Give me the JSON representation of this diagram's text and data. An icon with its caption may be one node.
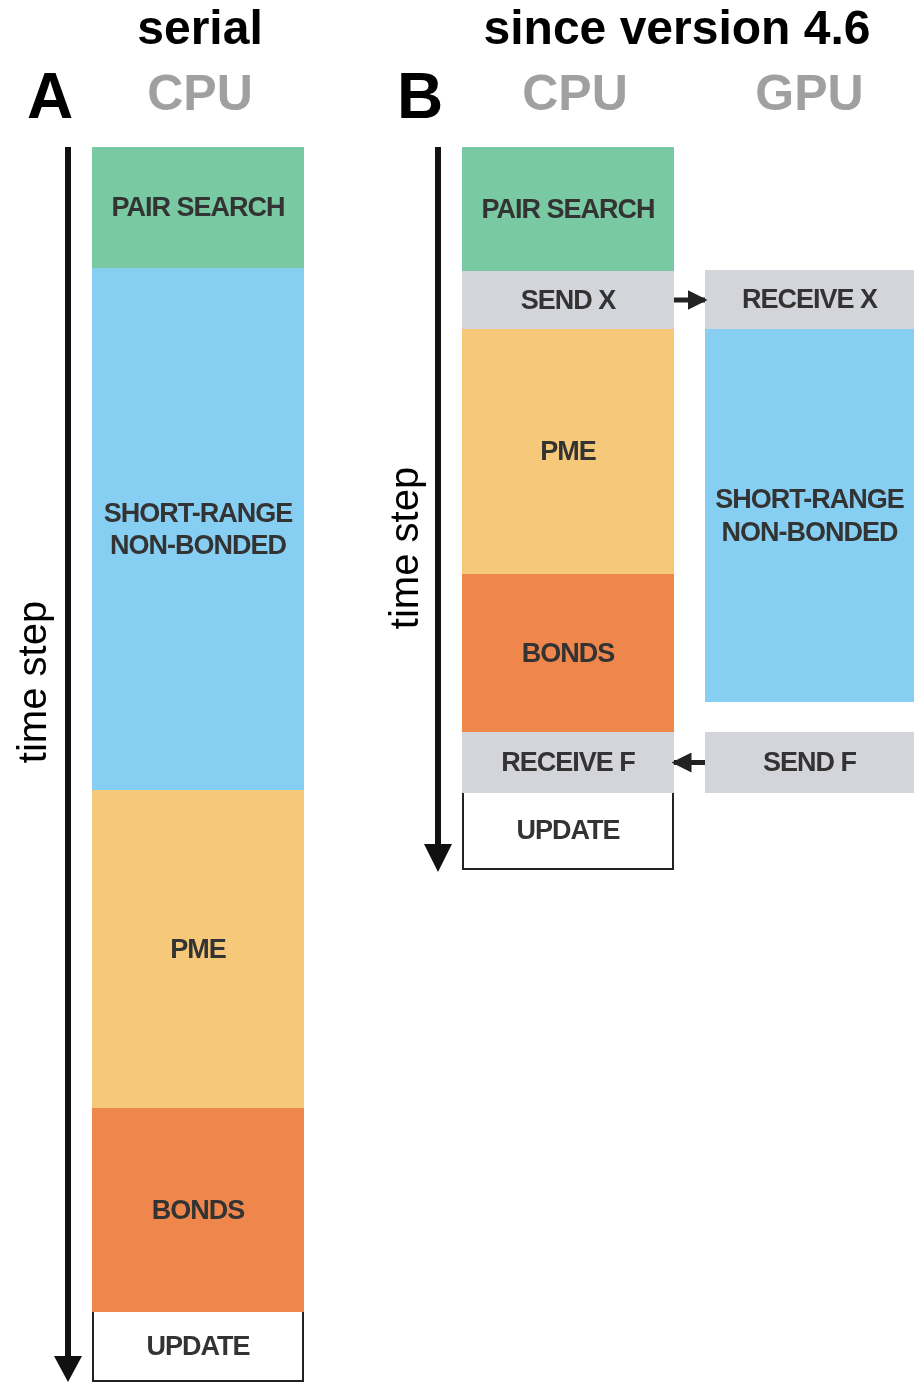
{
  "diagram": {
    "nodes": [
      {
        "text": [
          "PAIR SEARCH"
        ]
      },
      {
        "text": [
          "SHORT-RANGE NON-BONDED"
        ]
      },
      {
        "text": [
          "PME"
        ]
      },
      {
        "text": [
          "BONDS"
        ]
      },
      {
        "text": [
          "UPDATE"
        ]
      },
      {
        "text": [
          "PAIR SEARCH"
        ]
      },
      {
        "text": [
          "SEND X"
        ]
      },
      {
        "text": [
          "PME"
        ]
      },
      {
        "text": [
          "BONDS"
        ]
      },
      {
        "text": [
          "RECEIVE F"
        ]
      },
      {
        "text": [
          "UPDATE"
        ]
      },
      {
        "text": [
          "RECEIVE X"
        ]
      },
      {
        "text": [
          "SHORT-RANGE NON-BONDED"
        ]
      },
      {
        "text": [
          "SEND F"
        ]
      }
    ],
    "edges": [
      {
        "from": 6,
        "to": 11,
        "arrow": "to"
      },
      {
        "from": 13,
        "to": 9,
        "arrow": "to"
      }
    ],
    "labels": [
      "serial",
      "since version 4.6",
      "A",
      "CPU",
      "B",
      "CPU",
      "GPU",
      "time step",
      "time step"
    ]
  }
}
